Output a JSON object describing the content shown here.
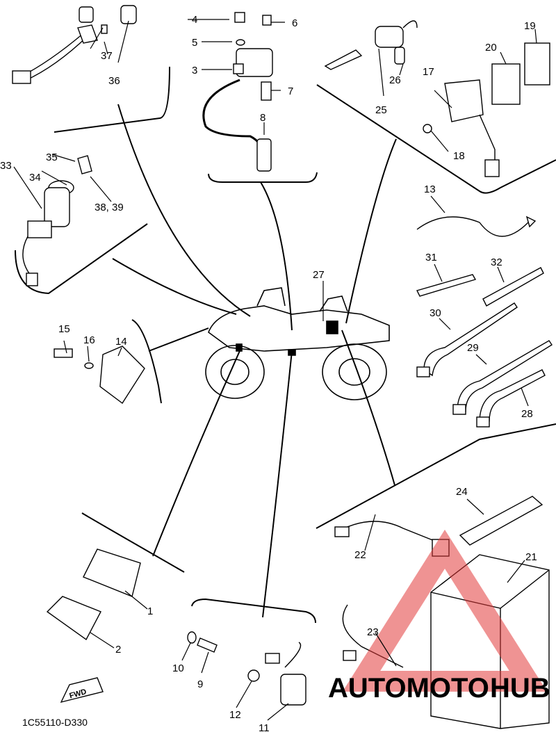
{
  "diagram_code": "1C55110-D330",
  "fwd_label": "FWD",
  "watermark": {
    "part1": "AUTOMOTO",
    "part2": "HUB",
    "color_orange": "#f0a020",
    "color_red": "#e23a3a",
    "color_gray": "#6d6d6d"
  },
  "callouts": {
    "c1": "1",
    "c2": "2",
    "c3": "3",
    "c4": "4",
    "c5": "5",
    "c6": "6",
    "c7": "7",
    "c8": "8",
    "c9": "9",
    "c10": "10",
    "c11": "11",
    "c12": "12",
    "c13": "13",
    "c14": "14",
    "c15": "15",
    "c16": "16",
    "c17": "17",
    "c18": "18",
    "c19": "19",
    "c20": "20",
    "c21": "21",
    "c22": "22",
    "c23": "23",
    "c24": "24",
    "c25": "25",
    "c26": "26",
    "c27": "27",
    "c28": "28",
    "c29": "29",
    "c30": "30",
    "c31": "31",
    "c32": "32",
    "c33": "33",
    "c34": "34",
    "c35": "35",
    "c36": "36",
    "c37": "37",
    "c3839": "38, 39"
  },
  "parts": [
    {
      "icon": "cdi-unit-icon"
    },
    {
      "icon": "cover-icon"
    },
    {
      "icon": "ignition-coil-icon"
    },
    {
      "icon": "bolt-icon"
    },
    {
      "icon": "washer-icon"
    },
    {
      "icon": "screw-icon"
    },
    {
      "icon": "collar-icon"
    },
    {
      "icon": "spark-plug-cap-icon"
    },
    {
      "icon": "switch-icon"
    },
    {
      "icon": "gasket-icon"
    },
    {
      "icon": "relay-icon"
    },
    {
      "icon": "bolt-icon"
    },
    {
      "icon": "wire-lead-icon"
    },
    {
      "icon": "rectifier-regulator-icon"
    },
    {
      "icon": "bolt-icon"
    },
    {
      "icon": "washer-icon"
    },
    {
      "icon": "starter-relay-icon"
    },
    {
      "icon": "bolt-icon"
    },
    {
      "icon": "fuse-icon"
    },
    {
      "icon": "fuse-icon"
    },
    {
      "icon": "battery-icon"
    },
    {
      "icon": "minus-lead-icon"
    },
    {
      "icon": "plus-lead-icon"
    },
    {
      "icon": "battery-band-icon"
    },
    {
      "icon": "fuse-holder-icon"
    },
    {
      "icon": "fuse-icon"
    },
    {
      "icon": "wire-harness-icon"
    },
    {
      "icon": "cable-tie-icon"
    },
    {
      "icon": "cable-tie-icon"
    },
    {
      "icon": "cable-tie-icon"
    },
    {
      "icon": "band-icon"
    },
    {
      "icon": "band-icon"
    },
    {
      "icon": "main-switch-icon"
    },
    {
      "icon": "nut-icon"
    },
    {
      "icon": "cap-icon"
    },
    {
      "icon": "switch-icon"
    },
    {
      "icon": "cap-icon"
    }
  ]
}
